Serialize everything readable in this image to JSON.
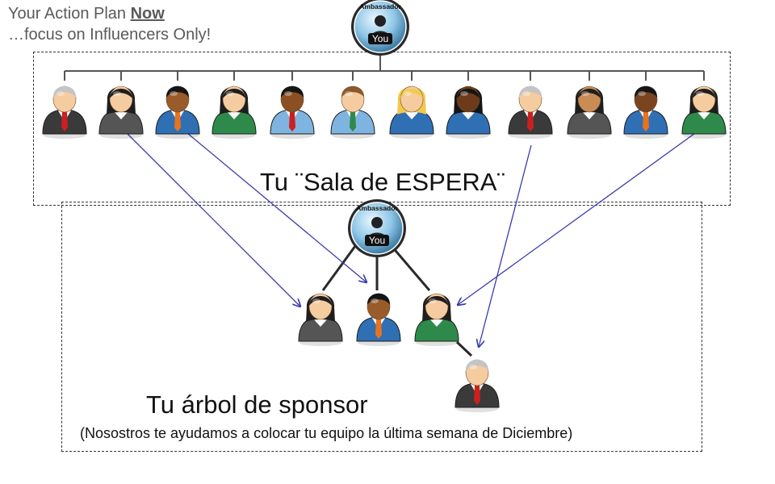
{
  "header": {
    "line1_prefix": "Your Action Plan ",
    "line1_emphasis": "Now",
    "line2": "…focus on Influencers Only!"
  },
  "badge": {
    "title": "Ambassador",
    "label": "You"
  },
  "waiting_room": {
    "label": "Tu ¨Sala de ESPERA¨"
  },
  "sponsor_tree": {
    "label": "Tu árbol de sponsor",
    "note": "(Nosostros te ayudamos a colocar tu equipo la última semana de Diciembre)"
  },
  "waiting_people": [
    {
      "gender": "m",
      "skin": "#f5cca0",
      "hair": "#c4c4c4",
      "suit": "#3a3a3a",
      "tie": "#cc1f1f"
    },
    {
      "gender": "f",
      "skin": "#f5cca0",
      "hair": "#1e1e1e",
      "suit": "#555555",
      "tie": "#ffffff"
    },
    {
      "gender": "m",
      "skin": "#9a5b2a",
      "hair": "#151515",
      "suit": "#2f6fb4",
      "tie": "#e8731d"
    },
    {
      "gender": "f",
      "skin": "#f5cca0",
      "hair": "#1e1e1e",
      "suit": "#2e8a4a",
      "tie": "#ffffff"
    },
    {
      "gender": "m",
      "skin": "#8a4f22",
      "hair": "#151515",
      "suit": "#7fb3e0",
      "tie": "#cc1f1f"
    },
    {
      "gender": "m",
      "skin": "#f5cca0",
      "hair": "#8a5a2b",
      "suit": "#7fb3e0",
      "tie": "#2e8a4a"
    },
    {
      "gender": "f",
      "skin": "#f5cca0",
      "hair": "#f2c94c",
      "suit": "#2f6fb4",
      "tie": "#ffffff"
    },
    {
      "gender": "f",
      "skin": "#6e3b1a",
      "hair": "#151515",
      "suit": "#2f6fb4",
      "tie": "#ffffff"
    },
    {
      "gender": "m",
      "skin": "#f5cca0",
      "hair": "#c4c4c4",
      "suit": "#3a3a3a",
      "tie": "#cc1f1f"
    },
    {
      "gender": "f",
      "skin": "#c98c55",
      "hair": "#1e1e1e",
      "suit": "#555555",
      "tie": "#ffffff"
    },
    {
      "gender": "m",
      "skin": "#7a4420",
      "hair": "#151515",
      "suit": "#2f6fb4",
      "tie": "#e8731d"
    },
    {
      "gender": "f",
      "skin": "#f5cca0",
      "hair": "#1e1e1e",
      "suit": "#2e8a4a",
      "tie": "#ffffff"
    }
  ],
  "tree_people": [
    {
      "gender": "f",
      "skin": "#f5cca0",
      "hair": "#1e1e1e",
      "suit": "#555555",
      "tie": "#ffffff"
    },
    {
      "gender": "m",
      "skin": "#9a5b2a",
      "hair": "#151515",
      "suit": "#2f6fb4",
      "tie": "#e8731d"
    },
    {
      "gender": "f",
      "skin": "#f5cca0",
      "hair": "#1e1e1e",
      "suit": "#2e8a4a",
      "tie": "#ffffff"
    },
    {
      "gender": "m",
      "skin": "#f5cca0",
      "hair": "#c4c4c4",
      "suit": "#3a3a3a",
      "tie": "#cc1f1f"
    }
  ],
  "colors": {
    "arrow": "#3b3bb0",
    "connector": "#555555"
  }
}
